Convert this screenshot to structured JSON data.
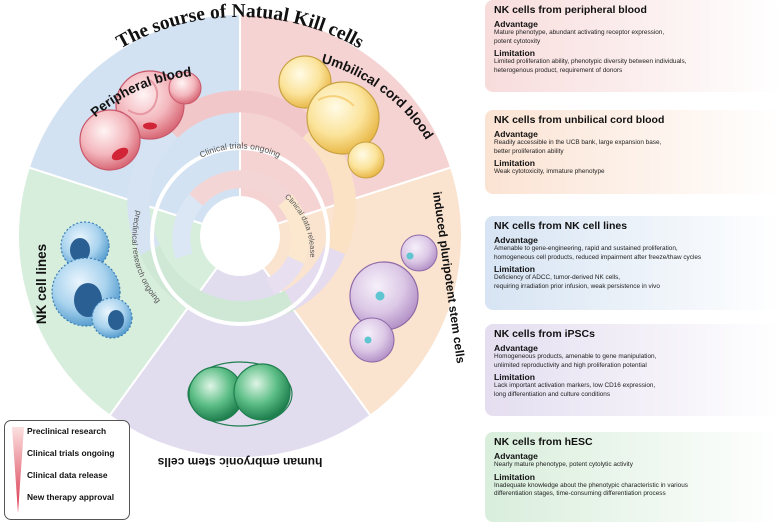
{
  "diagram": {
    "title": "The sourse of Natual Kill cells",
    "sectors": [
      {
        "label": "Peripheral blood",
        "color": "#f6d3d3"
      },
      {
        "label": "Umbilical cord blood",
        "color": "#fae3cf"
      },
      {
        "label": "induced pluripotent stem cells",
        "color": "#e2dcef"
      },
      {
        "label": "human embryonic stem cells",
        "color": "#d8eedd"
      },
      {
        "label": "NK cell lines",
        "color": "#d3e2f2"
      }
    ],
    "ring_labels": {
      "clinical_trials": "Clinical trials ongoing",
      "clinical_data": "Clinical data release",
      "preclinical": "preclinical research ongoing"
    }
  },
  "legend": {
    "items": [
      "Preclinical research",
      "Clinical trials ongoing",
      "Clinical data release",
      "New therapy approval"
    ]
  },
  "panels": [
    {
      "title": "NK cells from peripheral blood",
      "advantage_label": "Advantage",
      "advantage": [
        "Mature phenotype, abundant activating receptor expression,",
        "potent cytotoxity"
      ],
      "limitation_label": "Limitation",
      "limitation": [
        "Limited proliferation ability, phenotypic diversity between individuals,",
        "heterogenous product, requirement of donors"
      ],
      "color": "#f8dcdc"
    },
    {
      "title": "NK cells from unbilical cord blood",
      "advantage_label": "Advantage",
      "advantage": [
        "Readily accessible in the UCB bank, large expansion base,",
        "better proliferation ability"
      ],
      "limitation_label": "Limitation",
      "limitation": [
        "Weak cytotoxicity, immature phenotype"
      ],
      "color": "#fbe3d3"
    },
    {
      "title": "NK cells from NK cell lines",
      "advantage_label": "Advantage",
      "advantage": [
        "Amenable to gene-engineering, rapid and sustained proliferation,",
        "homogeneous cell products, reduced impairment  after freeze/thaw cycles"
      ],
      "limitation_label": "Limitation",
      "limitation": [
        "Deficiency of ADCC, tumor-derived NK cells,",
        "requiring irradiation prior infusion, weak persistence in vivo"
      ],
      "color": "#d7e4f3"
    },
    {
      "title": "NK cells from iPSCs",
      "advantage_label": "Advantage",
      "advantage": [
        "Homogeneous products, amenable to gene manipulation,",
        "unlimited reproductivity and high proliferation potential"
      ],
      "limitation_label": "Limitation",
      "limitation": [
        "Lack important activation markers, low CD16 expression,",
        "long differentiation and culture conditions"
      ],
      "color": "#e4def0"
    },
    {
      "title": "NK cells from hESC",
      "advantage_label": "Advantage",
      "advantage": [
        "Nearly mature phenotype, potent cytolytic activity"
      ],
      "limitation_label": "Limitation",
      "limitation": [
        "Inadequate knowledge about the phenotypic characteristic in various",
        "differentiation stages, time-consuming differentiation process"
      ],
      "color": "#d9eedc"
    }
  ]
}
